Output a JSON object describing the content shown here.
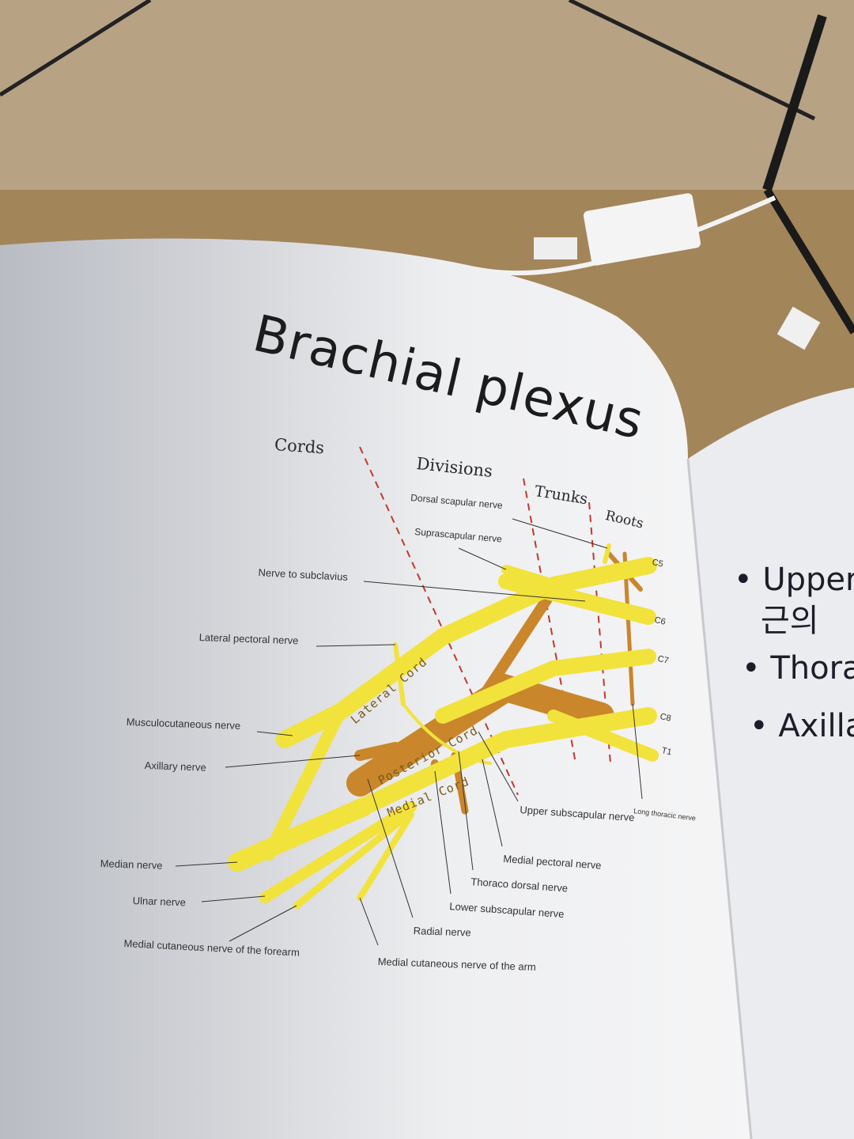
{
  "title": "Brachial plexus",
  "headers": {
    "cords": "Cords",
    "divisions": "Divisions",
    "trunks": "Trunks",
    "roots": "Roots"
  },
  "roots": [
    "C5",
    "C6",
    "C7",
    "C8",
    "T1"
  ],
  "cord_labels": {
    "lateral": "Lateral Cord",
    "posterior": "Posterior Cord",
    "medial": "Medial Cord"
  },
  "left_labels": {
    "dorsal_scapular": "Dorsal scapular nerve",
    "suprascapular": "Suprascapular nerve",
    "nerve_to_subclavius": "Nerve to subclavius",
    "lateral_pectoral": "Lateral pectoral nerve",
    "musculocutaneous": "Musculocutaneous nerve",
    "axillary": "Axillary nerve",
    "median": "Median nerve",
    "ulnar": "Ulnar nerve",
    "medial_cutaneous_forearm": "Medial cutaneous nerve of the forearm"
  },
  "bottom_labels": {
    "long_thoracic": "Long thoracic nerve",
    "upper_subscapular": "Upper subscapular nerve",
    "medial_pectoral": "Medial pectoral nerve",
    "thoracodorsal": "Thoraco dorsal nerve",
    "lower_subscapular": "Lower subscapular nerve",
    "radial": "Radial nerve",
    "medial_cutaneous_arm": "Medial cutaneous nerve of the arm"
  },
  "right_page": {
    "bullet_1": "Upper",
    "bullet_1b": "근의",
    "bullet_2": "Thora",
    "bullet_3": "Axilla"
  },
  "colors": {
    "nerve_yellow": "#f2e23c",
    "nerve_brown": "#c9862a",
    "divider_red": "#c0392b"
  }
}
